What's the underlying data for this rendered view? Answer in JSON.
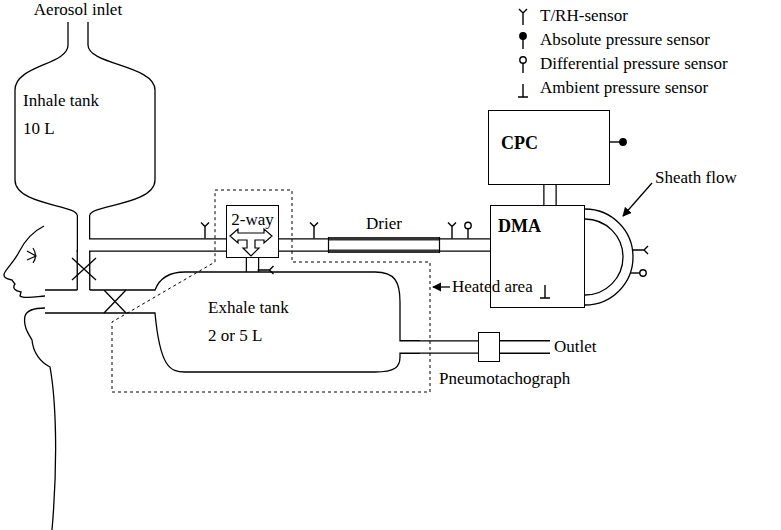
{
  "diagram": {
    "nodes": [
      {
        "text": [
          "Inhale tank 10 L"
        ]
      },
      {
        "text": [
          "2-way"
        ]
      },
      {
        "text": [
          "Exhale tank 2 or 5 L"
        ]
      },
      {
        "text": [
          "Drier"
        ]
      },
      {
        "text": [
          "DMA"
        ]
      },
      {
        "text": [
          "CPC"
        ]
      },
      {
        "text": [
          "Pneumotachograph"
        ]
      }
    ],
    "edges": [
      {
        "from": 0,
        "to": 1,
        "arrow": "none"
      },
      {
        "from": 1,
        "to": 3,
        "arrow": "none"
      },
      {
        "from": 3,
        "to": 4,
        "arrow": "none"
      },
      {
        "from": 4,
        "to": 5,
        "arrow": "none"
      },
      {
        "from": 1,
        "to": 2,
        "arrow": "none"
      },
      {
        "from": 2,
        "to": 6,
        "arrow": "none"
      }
    ],
    "labels": [
      "Aerosol inlet",
      "Heated area",
      "Sheath flow",
      "Outlet"
    ],
    "legend": [
      {
        "text": "T/RH-sensor"
      },
      {
        "text": "Absolute pressure sensor"
      },
      {
        "text": "Differential pressure sensor"
      },
      {
        "text": "Ambient pressure sensor"
      }
    ]
  }
}
